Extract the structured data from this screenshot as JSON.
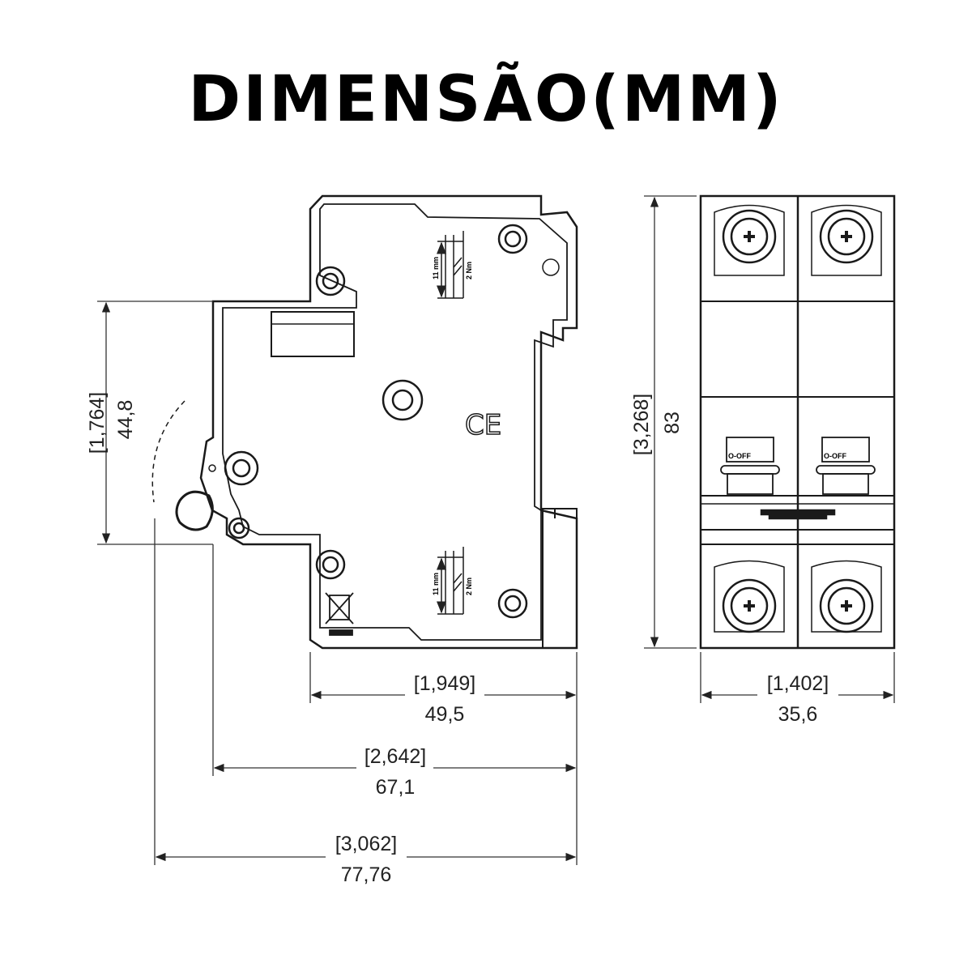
{
  "title": "DIMENSÃO(MM)",
  "side_view": {
    "torque_label": "2 Nm",
    "strip_length_label": "11 mm",
    "ce_mark": "CE"
  },
  "front_view": {
    "switch_labels": [
      "O-OFF",
      "O-OFF"
    ]
  },
  "dimensions": {
    "height_left": {
      "inch": "[1,764]",
      "mm": "44,8"
    },
    "depth_body": {
      "inch": "[1,949]",
      "mm": "49,5"
    },
    "depth_rail": {
      "inch": "[2,642]",
      "mm": "67,1"
    },
    "depth_total": {
      "inch": "[3,062]",
      "mm": "77,76"
    },
    "height_total": {
      "inch": "[3,268]",
      "mm": "83"
    },
    "width": {
      "inch": "[1,402]",
      "mm": "35,6"
    }
  },
  "colors": {
    "line": "#1a1a1a",
    "background": "#ffffff"
  }
}
